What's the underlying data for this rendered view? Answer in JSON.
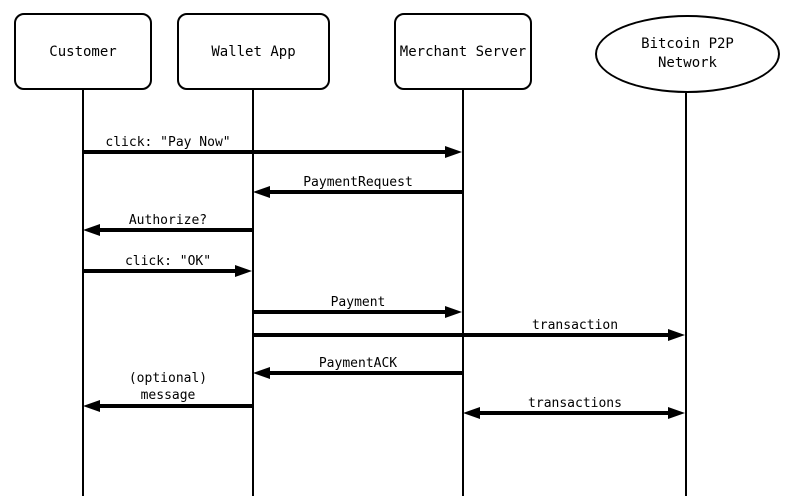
{
  "page": {
    "background_color": "#ffffff",
    "foreground_color": "#000000"
  },
  "diagram": {
    "type": "sequence-diagram",
    "participants": [
      {
        "id": "customer",
        "label": "Customer",
        "shape": "rounded-rect"
      },
      {
        "id": "wallet-app",
        "label": "Wallet App",
        "shape": "rounded-rect"
      },
      {
        "id": "merchant-server",
        "label": "Merchant Server",
        "shape": "rounded-rect"
      },
      {
        "id": "bitcoin-p2p-network",
        "label": "Bitcoin P2P\nNetwork",
        "shape": "ellipse"
      }
    ],
    "messages": [
      {
        "label": "click: \"Pay Now\"",
        "from": "Customer",
        "to": "Merchant Server",
        "arrow": "right"
      },
      {
        "label": "PaymentRequest",
        "from": "Merchant Server",
        "to": "Wallet App",
        "arrow": "left"
      },
      {
        "label": "Authorize?",
        "from": "Wallet App",
        "to": "Customer",
        "arrow": "left"
      },
      {
        "label": "click: \"OK\"",
        "from": "Customer",
        "to": "Wallet App",
        "arrow": "right"
      },
      {
        "label": "Payment",
        "from": "Wallet App",
        "to": "Merchant Server",
        "arrow": "right"
      },
      {
        "label": "transaction",
        "from": "Wallet App",
        "to": "Bitcoin P2P Network",
        "arrow": "right"
      },
      {
        "label": "PaymentACK",
        "from": "Merchant Server",
        "to": "Wallet App",
        "arrow": "left"
      },
      {
        "label": "(optional)\nmessage",
        "from": "Wallet App",
        "to": "Customer",
        "arrow": "left"
      },
      {
        "label": "transactions",
        "from": "Merchant Server",
        "to": "Bitcoin P2P Network",
        "arrow": "both"
      }
    ]
  }
}
